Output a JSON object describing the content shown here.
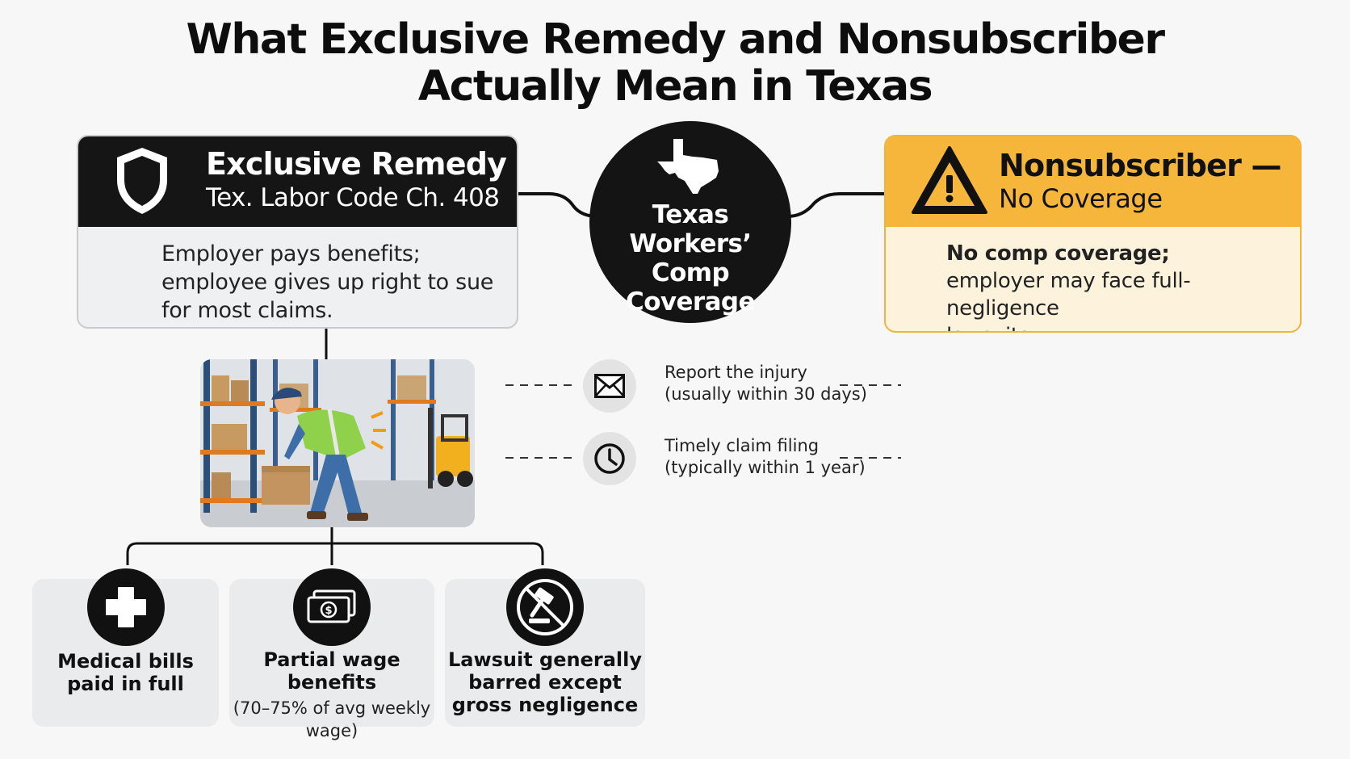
{
  "title": {
    "line1": "What Exclusive Remedy and Nonsubscriber",
    "line2": "Actually Mean in Texas"
  },
  "left_card": {
    "heading": "Exclusive Remedy —",
    "subheading": "Tex. Labor Code Ch. 408",
    "body": [
      "Employer pays benefits;",
      "employee gives up right to sue",
      "for most claims."
    ],
    "icon": "shield-icon"
  },
  "center": {
    "label": [
      "Texas",
      "Workers’ Comp",
      "Coverage"
    ],
    "icon": "texas-map-icon"
  },
  "right_card": {
    "heading": "Nonsubscriber —",
    "subheading": "No Coverage",
    "body_bold": "No comp coverage;",
    "body": [
      "employer may face full-negligence",
      "lawsuits."
    ],
    "icon": "warning-icon",
    "accent": "#f6b63b"
  },
  "steps": [
    {
      "icon": "envelope-icon",
      "line1": "Report the injury",
      "line2": "(usually within 30 days)"
    },
    {
      "icon": "clock-icon",
      "line1": "Timely claim filing",
      "line2": "(typically within 1 year)"
    }
  ],
  "benefits": [
    {
      "icon": "medical-cross-icon",
      "bold": [
        "Medical bills",
        "paid in full"
      ],
      "note": []
    },
    {
      "icon": "cash-icon",
      "bold": [
        "Partial wage benefits"
      ],
      "note": [
        "(70–75% of avg weekly",
        "wage)"
      ]
    },
    {
      "icon": "no-gavel-icon",
      "bold": [
        "Lawsuit generally",
        "barred except",
        "gross negligence"
      ],
      "note": []
    }
  ],
  "image": {
    "icon": "injured-worker-illustration"
  }
}
